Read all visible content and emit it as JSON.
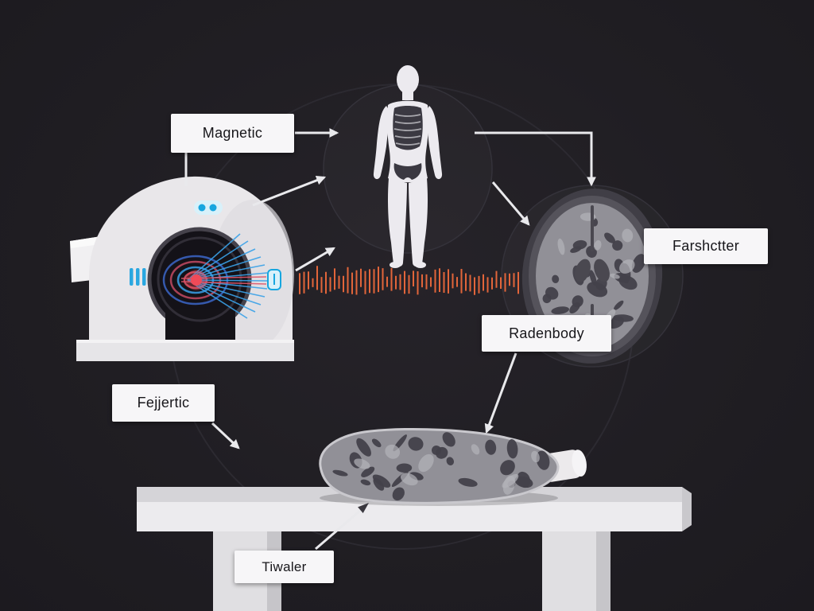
{
  "palette": {
    "background": "#201e23",
    "accent_blue": "#2aa7e0",
    "accent_red": "#f04a58",
    "accent_orange": "#e2653a",
    "label_background": "#f7f6f8",
    "line": "#e9e9ec"
  },
  "labels": {
    "magnetic": "Magnetic",
    "farshctter": "Farshctter",
    "radenbody": "Radenbody",
    "fejjertic": "Fejjertic",
    "tiwaler": "Tiwaler"
  }
}
